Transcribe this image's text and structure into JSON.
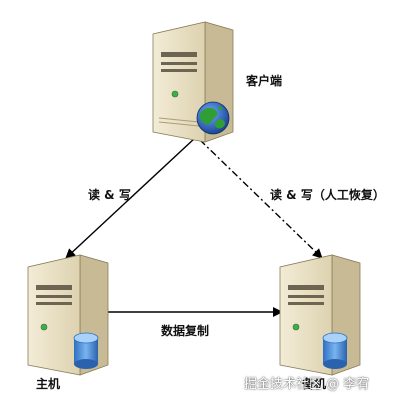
{
  "nodes": {
    "client": {
      "label": "客户端"
    },
    "primary": {
      "label": "主机"
    },
    "backup": {
      "label": "备机"
    }
  },
  "edges": {
    "client_primary": {
      "label": "读 & 写"
    },
    "client_backup": {
      "label": "读 & 写（人工恢复）"
    },
    "primary_backup": {
      "label": "数据复制"
    }
  },
  "watermark": "掘金技术社区 @ 李宥",
  "colors": {
    "server_body": "#e8dfc4",
    "server_side": "#c9bd9b",
    "arrow": "#000000",
    "globe_blue": "#1f5fbf",
    "globe_green": "#2e9e35",
    "db_blue": "#3a7fd0"
  }
}
